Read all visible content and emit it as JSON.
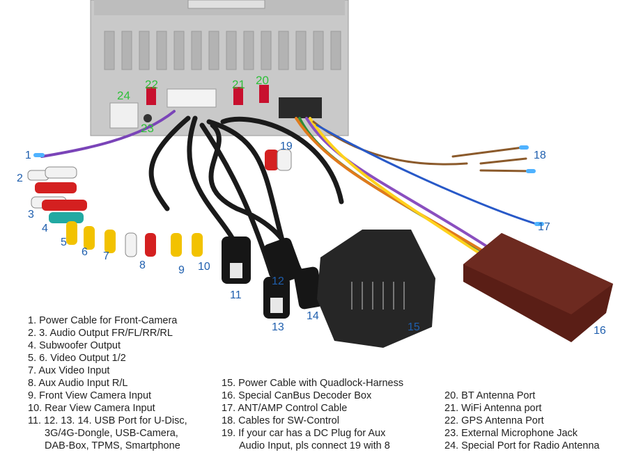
{
  "callouts": {
    "n1": "1",
    "n2": "2",
    "n3": "3",
    "n4": "4",
    "n5": "5",
    "n6": "6",
    "n7": "7",
    "n8": "8",
    "n9": "9",
    "n10": "10",
    "n11": "11",
    "n12": "12",
    "n13": "13",
    "n14": "14",
    "n15": "15",
    "n16": "16",
    "n17": "17",
    "n18": "18",
    "n19": "19",
    "n20": "20",
    "n21": "21",
    "n22": "22",
    "n23": "23",
    "n24": "24"
  },
  "legend": {
    "col1": [
      "1. Power Cable for Front-Camera",
      "2. 3. Audio Output FR/FL/RR/RL",
      "4. Subwoofer Output",
      "5. 6. Video Output 1/2",
      "7. Aux Video Input",
      "8. Aux Audio Input R/L",
      "9. Front View Camera Input",
      "10. Rear View Camera Input",
      "11. 12. 13. 14. USB Port for U-Disc,",
      "3G/4G-Dongle, USB-Camera,",
      "DAB-Box, TPMS, Smartphone"
    ],
    "col2": [
      "15. Power Cable with Quadlock-Harness",
      "16. Special CanBus Decoder Box",
      "17. ANT/AMP Control Cable",
      "18. Cables for SW-Control",
      "19. If your car has a DC Plug for Aux",
      "Audio Input, pls connect 19 with 8"
    ],
    "col3": [
      "20. BT Antenna Port",
      "21. WiFi Antenna port",
      "22. GPS Antenna Port",
      "23. External Microphone Jack",
      "24. Special Port for Radio Antenna"
    ]
  },
  "colors": {
    "callout_blue": "#1f5fae",
    "callout_green": "#2fbf3a",
    "chassis": "#c9c9c9",
    "cable": "#1a1a1a",
    "rca_red": "#d42020",
    "rca_white": "#f2f2f2",
    "rca_yellow": "#f2c200",
    "rca_teal": "#22a9a2",
    "decoder_box": "#5a1e16"
  }
}
